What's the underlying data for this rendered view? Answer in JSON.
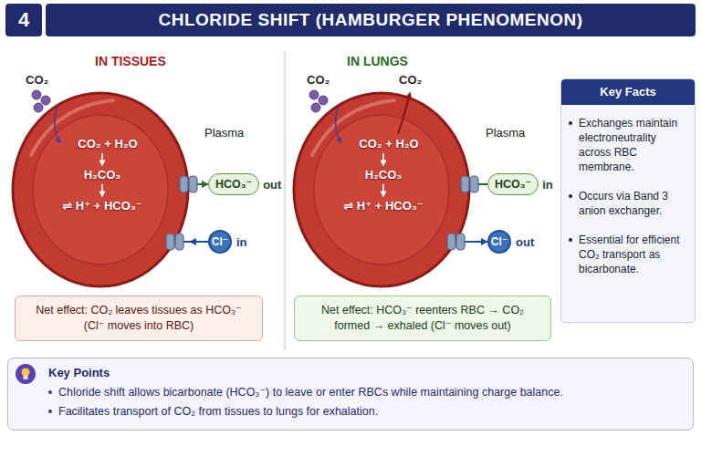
{
  "diagram": {
    "title": "CHLORIDE SHIFT (HAMBURGER PHENOMENON)",
    "nodes": [
      {
        "text": [
          "4"
        ]
      },
      {
        "text": [
          "CO₂ + H₂O",
          "H₂CO₃",
          "⇌ H⁺ + HCO₃⁻"
        ]
      },
      {
        "text": [
          "HCO₃⁻",
          "out"
        ]
      },
      {
        "text": [
          "Cl⁻",
          "in"
        ]
      },
      {
        "text": [
          "Net effect: CO₂ leaves tissues as HCO₃⁻ (Cl⁻ moves into RBC)"
        ]
      },
      {
        "text": [
          "CO₂ + H₂O",
          "H₂CO₃",
          "⇌ H⁺ + HCO₃⁻"
        ]
      },
      {
        "text": [
          "HCO₃⁻",
          "in"
        ]
      },
      {
        "text": [
          "Cl⁻",
          "out"
        ]
      },
      {
        "text": [
          "Net effect: HCO₃⁻ reenters RBC → CO₂ formed → exhaled (Cl⁻ moves out)"
        ]
      },
      {
        "text": [
          "Key Facts",
          "Exchanges maintain electroneutrality across RBC membrane.",
          "Occurs via Band 3 anion exchanger.",
          "Essential for efficient CO₂ transport as bicarbonate."
        ]
      },
      {
        "text": [
          "Key Points",
          "Chloride shift allows bicarbonate (HCO₃⁻) to leave or enter RBCs while maintaining charge balance.",
          "Facilitates transport of CO₂ from tissues to lungs for exhalation."
        ]
      }
    ],
    "edges": [
      {
        "from": 1,
        "to": 2,
        "arrow": "to"
      },
      {
        "from": 3,
        "to": 1,
        "arrow": "to"
      },
      {
        "from": 6,
        "to": 5,
        "arrow": "to"
      },
      {
        "from": 5,
        "to": 7,
        "arrow": "to"
      }
    ],
    "labels": [
      "IN TISSUES",
      "CO₂",
      "Plasma",
      "IN LUNGS",
      "CO₂",
      "CO₂",
      "Plasma"
    ]
  }
}
